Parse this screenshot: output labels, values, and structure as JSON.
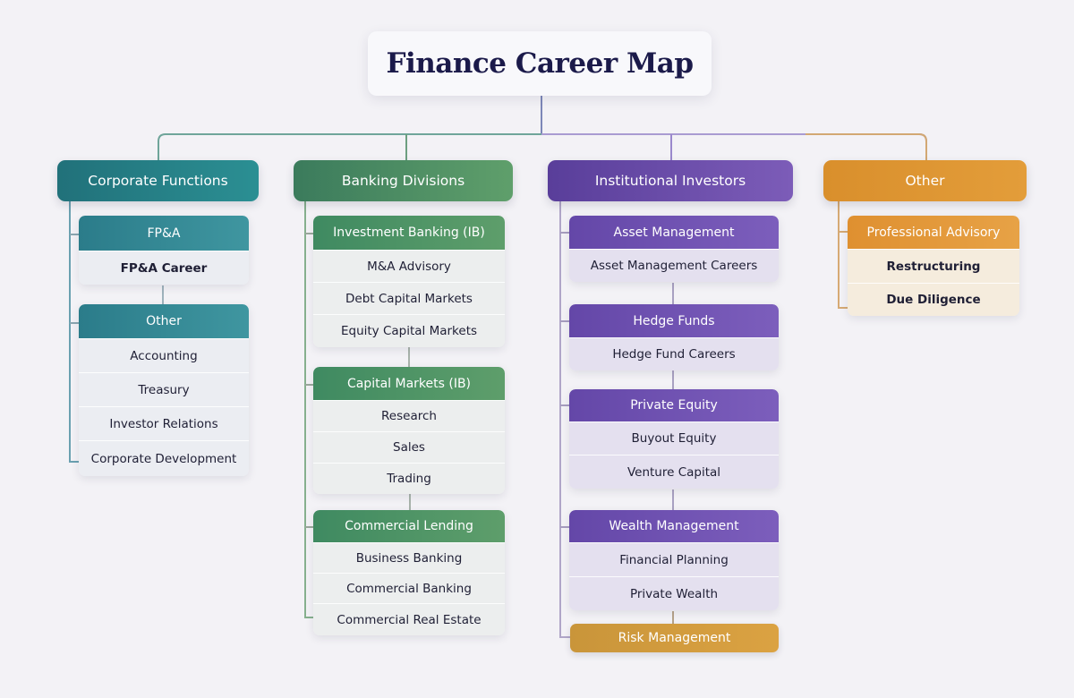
{
  "title": "Finance Career Map",
  "colors": {
    "teal": "#2b8f93",
    "green": "#5f9f6b",
    "purple": "#6d4fb0",
    "orange": "#e39d3a",
    "risk_gold": "#d19c3e",
    "title_text": "#1b1a4a"
  },
  "categories": [
    {
      "label": "Corporate Functions",
      "color": "teal",
      "groups": [
        {
          "header": "FP&A",
          "items": [
            "FP&A Career"
          ]
        },
        {
          "header": "Other",
          "items": [
            "Accounting",
            "Treasury",
            "Investor Relations",
            "Corporate Development"
          ]
        }
      ]
    },
    {
      "label": "Banking Divisions",
      "color": "green",
      "groups": [
        {
          "header": "Investment Banking (IB)",
          "items": [
            "M&A Advisory",
            "Debt Capital Markets",
            "Equity Capital Markets"
          ]
        },
        {
          "header": "Capital Markets (IB)",
          "items": [
            "Research",
            "Sales",
            "Trading"
          ]
        },
        {
          "header": "Commercial Lending",
          "items": [
            "Business Banking",
            "Commercial Banking",
            "Commercial Real Estate"
          ]
        }
      ]
    },
    {
      "label": "Institutional Investors",
      "color": "purple",
      "groups": [
        {
          "header": "Asset Management",
          "items": [
            "Asset Management Careers"
          ]
        },
        {
          "header": "Hedge Funds",
          "items": [
            "Hedge Fund Careers"
          ]
        },
        {
          "header": "Private Equity",
          "items": [
            "Buyout Equity",
            "Venture Capital"
          ]
        },
        {
          "header": "Wealth Management",
          "items": [
            "Financial Planning",
            "Private Wealth"
          ]
        }
      ],
      "footer": "Risk Management"
    },
    {
      "label": "Other",
      "color": "orange",
      "groups": [
        {
          "header": "Professional Advisory",
          "items": [
            "Restructuring",
            "Due Diligence"
          ]
        }
      ]
    }
  ]
}
